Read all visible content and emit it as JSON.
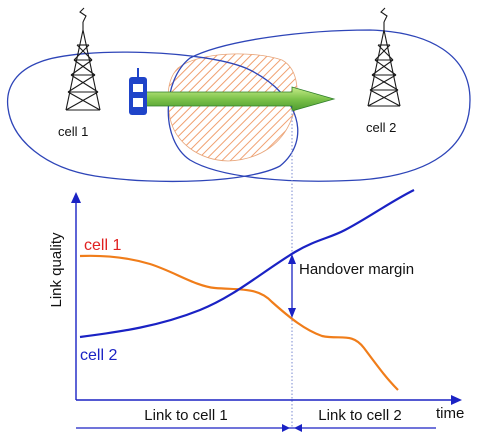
{
  "cells": {
    "cell1_label": "cell 1",
    "cell2_label": "cell 2"
  },
  "graph": {
    "y_axis_label": "Link quality",
    "x_axis_label": "time",
    "curve_cell1_label": "cell 1",
    "curve_cell2_label": "cell 2",
    "margin_label": "Handover margin",
    "link_to_cell1": "Link to cell 1",
    "link_to_cell2": "Link to cell 2"
  },
  "colors": {
    "cell_outline": "#2e45b8",
    "tower": "#1a1a1a",
    "overlap_stripes": "#f0a070",
    "arrow_fill": "#7cc24a",
    "arrow_edge": "#2f7f2a",
    "phone": "#1f44c9",
    "cell1_curve": "#f07d1a",
    "cell2_curve": "#1a22c4",
    "cell1_text": "#e02020",
    "cell2_text": "#1a22c4",
    "axis": "#1a22c4",
    "text": "#111111"
  }
}
